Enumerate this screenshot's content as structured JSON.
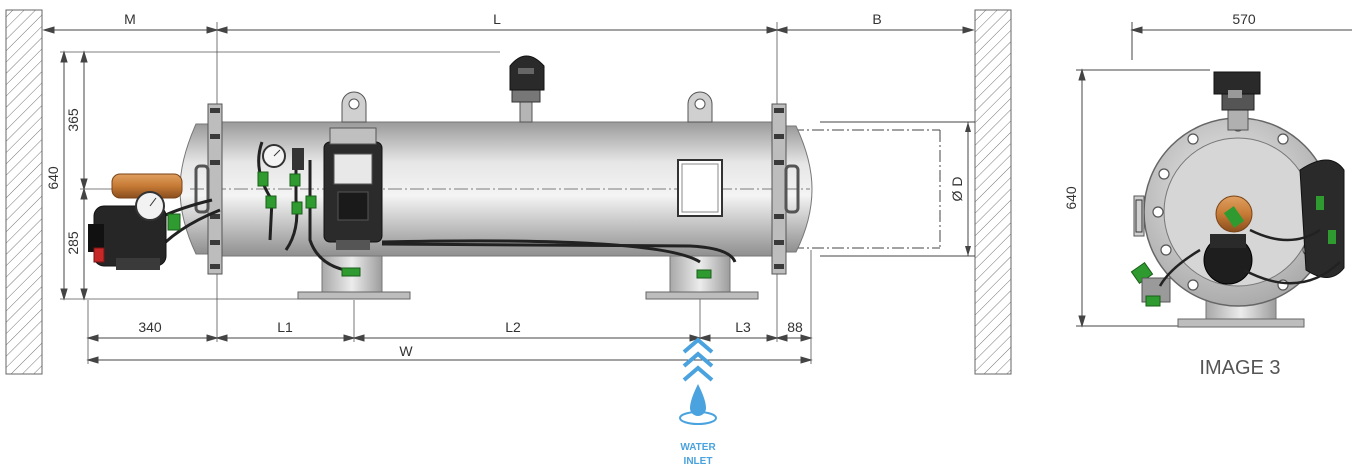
{
  "side_view": {
    "dims_top": {
      "m": "M",
      "l": "L",
      "b": "B"
    },
    "dims_left": {
      "total": "640",
      "upper": "365",
      "lower": "285"
    },
    "dims_bottom": {
      "d340": "340",
      "l1": "L1",
      "l2": "L2",
      "l3": "L3",
      "d88": "88",
      "w": "W"
    },
    "diameter": "Ø D"
  },
  "end_view": {
    "width": "570",
    "height": "640",
    "caption": "IMAGE 3"
  },
  "water_inlet": {
    "line1": "WATER",
    "line2": "INLET"
  },
  "colors": {
    "accent": "#4aa3de",
    "green": "#2f9a2f",
    "copper": "#c67a35",
    "body": "#cfcfcf",
    "dark": "#1f1f1f"
  }
}
